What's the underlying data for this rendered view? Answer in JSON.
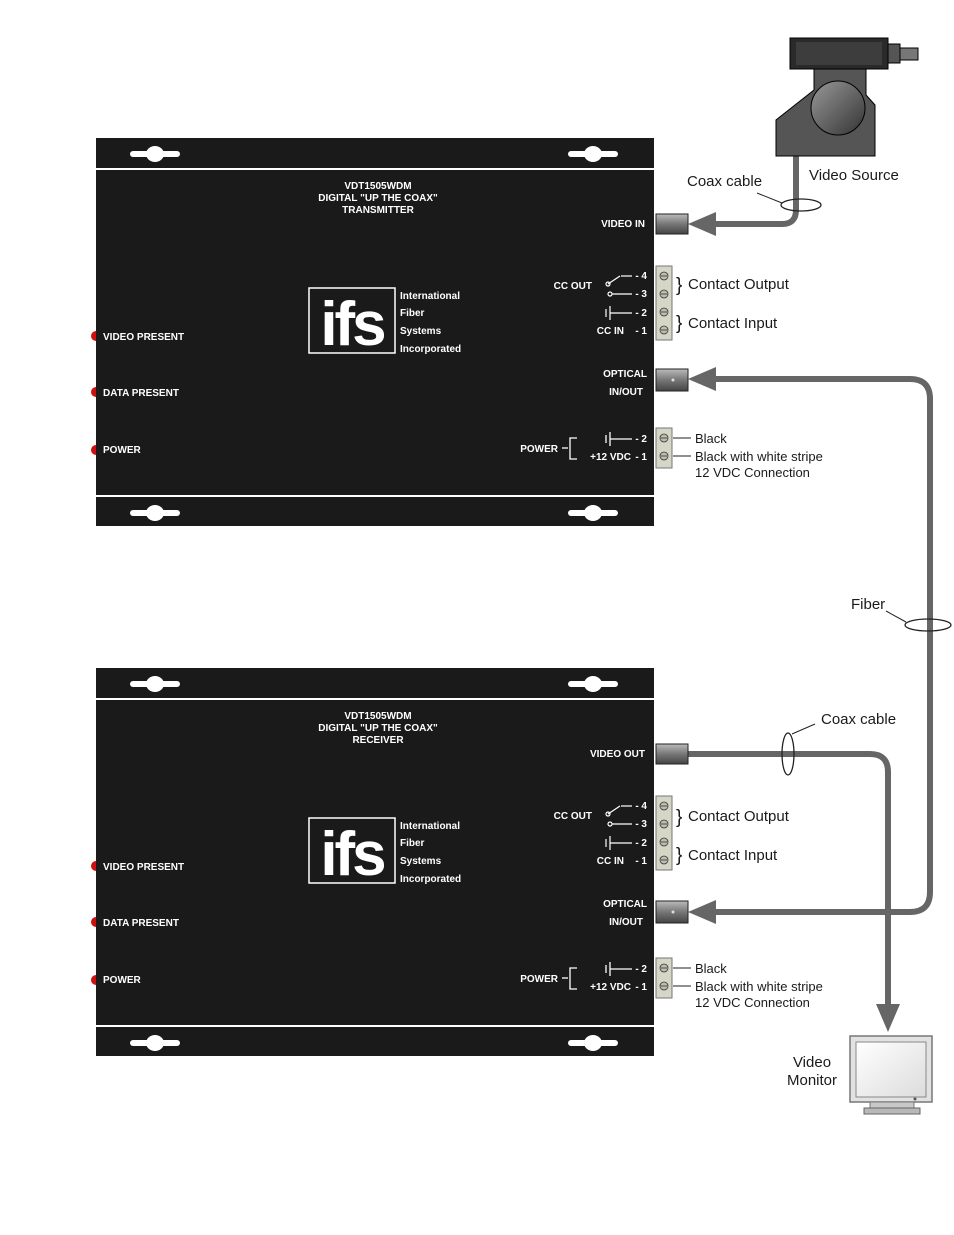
{
  "transmitter": {
    "model": "VDT1505WDM",
    "line2": "DIGITAL \"UP THE COAX\"",
    "line3": "TRANSMITTER",
    "video_port_label": "VIDEO IN"
  },
  "receiver": {
    "model": "VDT1505WDM",
    "line2": "DIGITAL \"UP THE COAX\"",
    "line3": "RECEIVER",
    "video_port_label": "VIDEO OUT"
  },
  "panel": {
    "leds": [
      "VIDEO PRESENT",
      "DATA PRESENT",
      "POWER"
    ],
    "logo_text": "ifs",
    "logo_words": [
      "International",
      "Fiber",
      "Systems",
      "Incorporated"
    ],
    "cc_out": "CC OUT",
    "cc_in": "CC IN",
    "pin4": "- 4",
    "pin3": "- 3",
    "pin2": "- 2",
    "pin1": "- 1",
    "optical_1": "OPTICAL",
    "optical_2": "IN/OUT",
    "power": "POWER",
    "vdc": "+12 VDC",
    "led_color": "#cc1111"
  },
  "labels": {
    "contact_output": "Contact Output",
    "contact_input": "Contact Input",
    "black": "Black",
    "black_stripe": "Black with white stripe",
    "vdc_connection": "12 VDC Connection",
    "coax_cable": "Coax cable",
    "video_source": "Video Source",
    "fiber": "Fiber",
    "video_monitor_1": "Video",
    "video_monitor_2": "Monitor"
  },
  "colors": {
    "panel": "#1a1a1a",
    "cable": "#666666",
    "terminal_block": "#d6d6c6"
  }
}
